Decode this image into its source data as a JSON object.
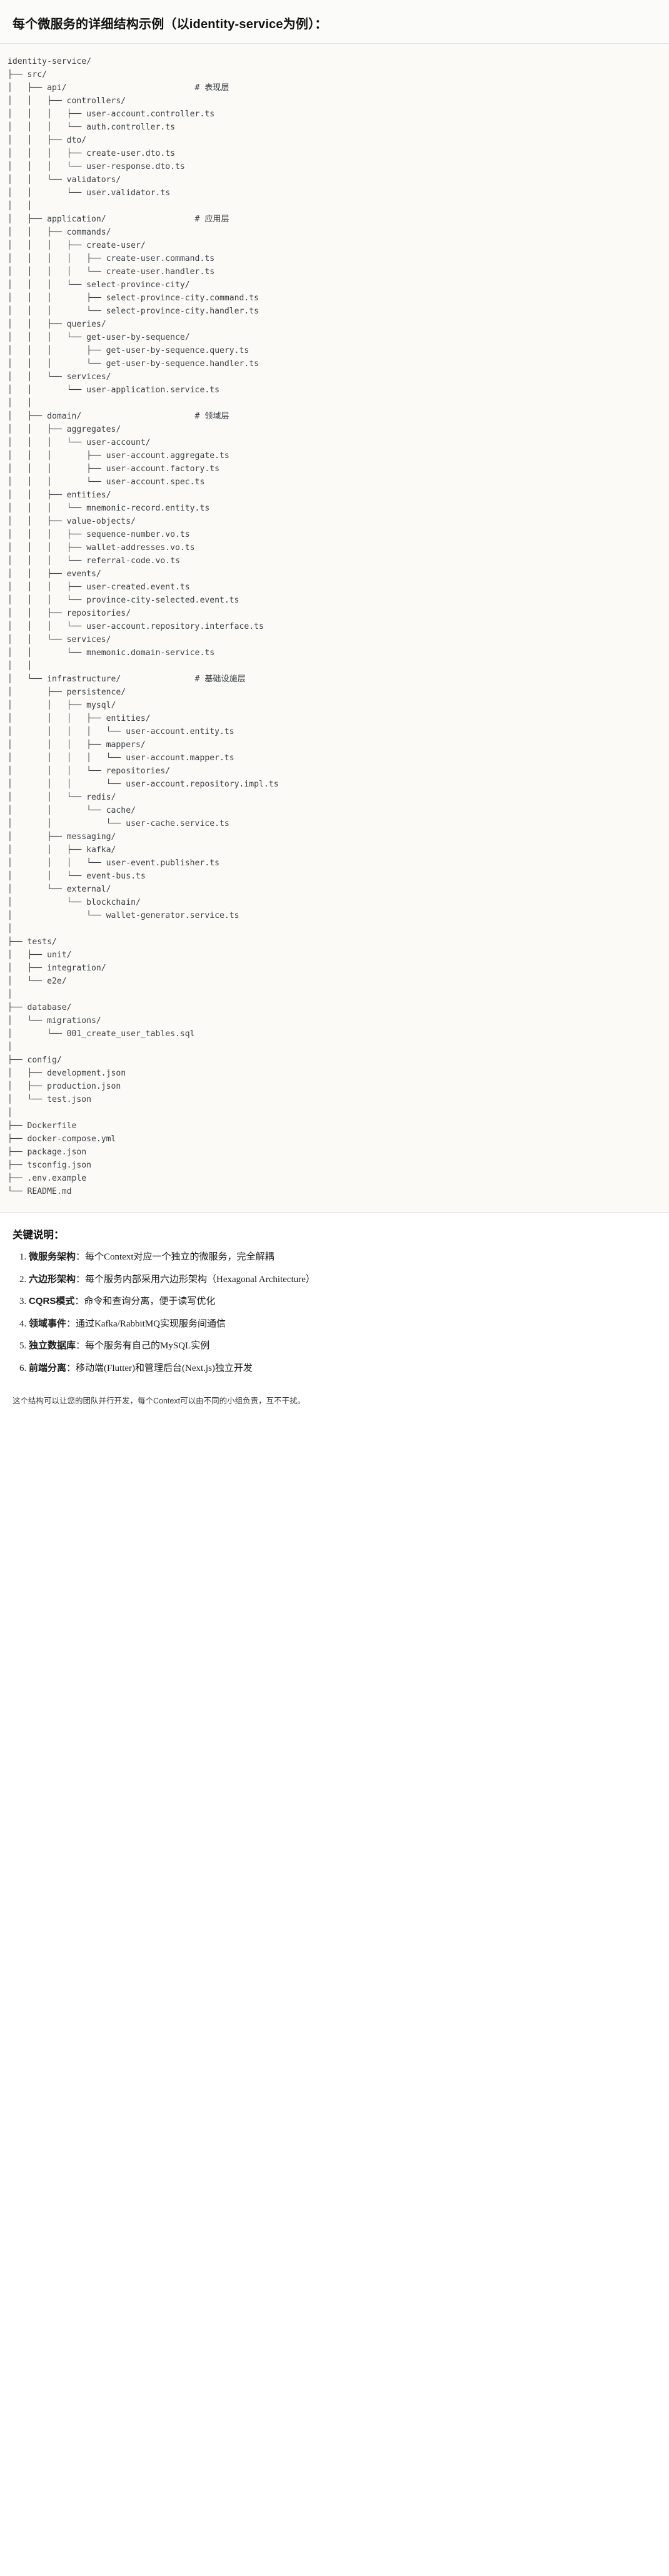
{
  "header": {
    "title": "每个微服务的详细结构示例（以identity-service为例）："
  },
  "tree": {
    "root": "identity-service/",
    "text": "identity-service/\n├── src/\n│   ├── api/                          # 表现层\n│   │   ├── controllers/\n│   │   │   ├── user-account.controller.ts\n│   │   │   └── auth.controller.ts\n│   │   ├── dto/\n│   │   │   ├── create-user.dto.ts\n│   │   │   └── user-response.dto.ts\n│   │   └── validators/\n│   │       └── user.validator.ts\n│   │\n│   ├── application/                  # 应用层\n│   │   ├── commands/\n│   │   │   ├── create-user/\n│   │   │   │   ├── create-user.command.ts\n│   │   │   │   └── create-user.handler.ts\n│   │   │   └── select-province-city/\n│   │   │       ├── select-province-city.command.ts\n│   │   │       └── select-province-city.handler.ts\n│   │   ├── queries/\n│   │   │   └── get-user-by-sequence/\n│   │   │       ├── get-user-by-sequence.query.ts\n│   │   │       └── get-user-by-sequence.handler.ts\n│   │   └── services/\n│   │       └── user-application.service.ts\n│   │\n│   ├── domain/                       # 领域层\n│   │   ├── aggregates/\n│   │   │   └── user-account/\n│   │   │       ├── user-account.aggregate.ts\n│   │   │       ├── user-account.factory.ts\n│   │   │       └── user-account.spec.ts\n│   │   ├── entities/\n│   │   │   └── mnemonic-record.entity.ts\n│   │   ├── value-objects/\n│   │   │   ├── sequence-number.vo.ts\n│   │   │   ├── wallet-addresses.vo.ts\n│   │   │   └── referral-code.vo.ts\n│   │   ├── events/\n│   │   │   ├── user-created.event.ts\n│   │   │   └── province-city-selected.event.ts\n│   │   ├── repositories/\n│   │   │   └── user-account.repository.interface.ts\n│   │   └── services/\n│   │       └── mnemonic.domain-service.ts\n│   │\n│   └── infrastructure/               # 基础设施层\n│       ├── persistence/\n│       │   ├── mysql/\n│       │   │   ├── entities/\n│       │   │   │   └── user-account.entity.ts\n│       │   │   ├── mappers/\n│       │   │   │   └── user-account.mapper.ts\n│       │   │   └── repositories/\n│       │   │       └── user-account.repository.impl.ts\n│       │   └── redis/\n│       │       └── cache/\n│       │           └── user-cache.service.ts\n│       ├── messaging/\n│       │   ├── kafka/\n│       │   │   └── user-event.publisher.ts\n│       │   └── event-bus.ts\n│       └── external/\n│           └── blockchain/\n│               └── wallet-generator.service.ts\n│\n├── tests/\n│   ├── unit/\n│   ├── integration/\n│   └── e2e/\n│\n├── database/\n│   └── migrations/\n│       └── 001_create_user_tables.sql\n│\n├── config/\n│   ├── development.json\n│   ├── production.json\n│   └── test.json\n│\n├── Dockerfile\n├── docker-compose.yml\n├── package.json\n├── tsconfig.json\n├── .env.example\n└── README.md",
    "layer_comments": [
      "# 表现层",
      "# 应用层",
      "# 领域层",
      "# 基础设施层"
    ]
  },
  "notes": {
    "title": "关键说明：",
    "items": [
      {
        "term": "微服务架构",
        "sep": "：",
        "desc": "每个Context对应一个独立的微服务，完全解耦"
      },
      {
        "term": "六边形架构",
        "sep": "：",
        "desc": "每个服务内部采用六边形架构（Hexagonal Architecture）"
      },
      {
        "term": "CQRS模式",
        "sep": "：",
        "desc": "命令和查询分离，便于读写优化"
      },
      {
        "term": "领域事件",
        "sep": "：",
        "desc": "通过Kafka/RabbitMQ实现服务间通信"
      },
      {
        "term": "独立数据库",
        "sep": "：",
        "desc": "每个服务有自己的MySQL实例"
      },
      {
        "term": "前端分离",
        "sep": "：",
        "desc": "移动端(Flutter)和管理后台(Next.js)独立开发"
      }
    ],
    "footnote": "这个结构可以让您的团队并行开发，每个Context可以由不同的小组负责，互不干扰。"
  }
}
